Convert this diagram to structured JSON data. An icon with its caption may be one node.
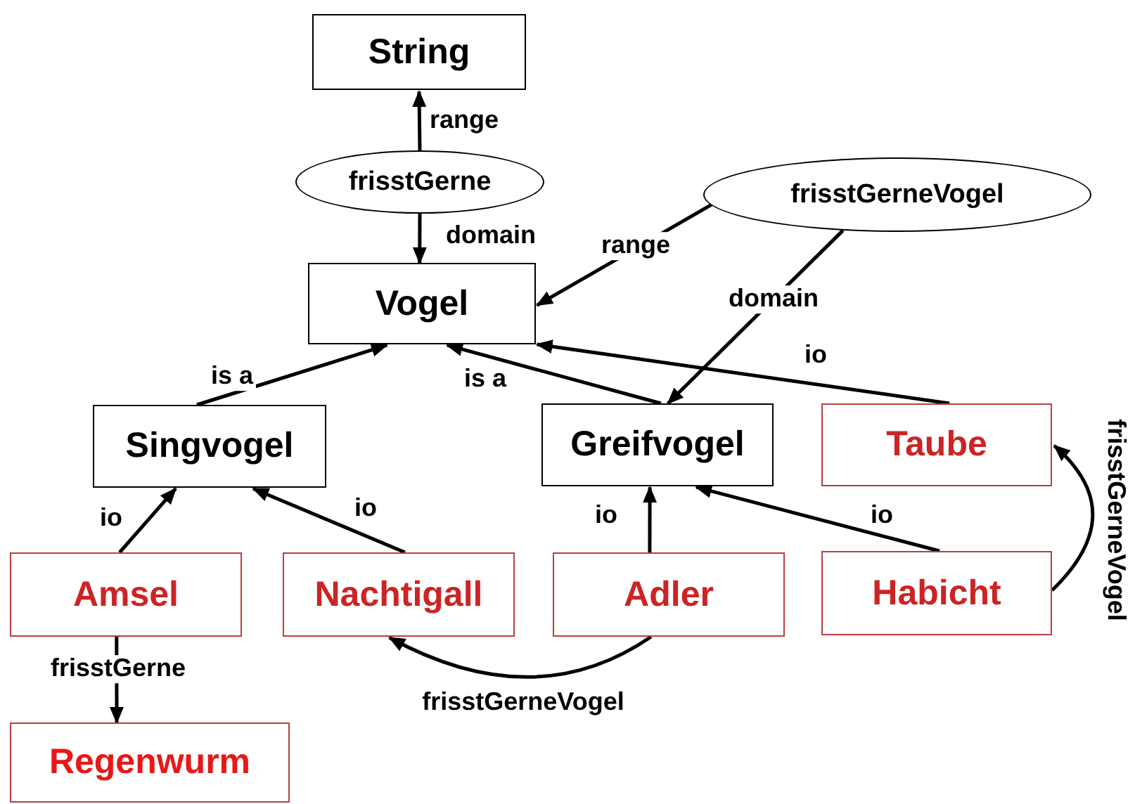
{
  "diagram": {
    "nodes": [
      {
        "text": [
          "String"
        ]
      },
      {
        "text": [
          "frisstGerne"
        ]
      },
      {
        "text": [
          "frisstGerneVogel"
        ]
      },
      {
        "text": [
          "Vogel"
        ]
      },
      {
        "text": [
          "Singvogel"
        ]
      },
      {
        "text": [
          "Greifvogel"
        ]
      },
      {
        "text": [
          "Taube"
        ]
      },
      {
        "text": [
          "Amsel"
        ]
      },
      {
        "text": [
          "Nachtigall"
        ]
      },
      {
        "text": [
          "Adler"
        ]
      },
      {
        "text": [
          "Habicht"
        ]
      },
      {
        "text": [
          "Regenwurm"
        ]
      }
    ],
    "edges": [
      {
        "from": 1,
        "to": 0,
        "arrow": "to",
        "label": "range"
      },
      {
        "from": 1,
        "to": 3,
        "arrow": "to",
        "label": "domain"
      },
      {
        "from": 2,
        "to": 3,
        "arrow": "to",
        "label": "range"
      },
      {
        "from": 2,
        "to": 5,
        "arrow": "to",
        "label": "domain"
      },
      {
        "from": 4,
        "to": 3,
        "arrow": "to",
        "label": "is a"
      },
      {
        "from": 5,
        "to": 3,
        "arrow": "to",
        "label": "is a"
      },
      {
        "from": 6,
        "to": 3,
        "arrow": "to",
        "label": "io"
      },
      {
        "from": 7,
        "to": 4,
        "arrow": "to",
        "label": "io"
      },
      {
        "from": 8,
        "to": 4,
        "arrow": "to",
        "label": "io"
      },
      {
        "from": 9,
        "to": 5,
        "arrow": "to",
        "label": "io"
      },
      {
        "from": 10,
        "to": 5,
        "arrow": "to",
        "label": "io"
      },
      {
        "from": 7,
        "to": 11,
        "arrow": "to",
        "label": "frisstGerne"
      },
      {
        "from": 9,
        "to": 8,
        "arrow": "to",
        "label": "frisstGerneVogel"
      },
      {
        "from": 10,
        "to": 6,
        "arrow": "to",
        "label": "frisstGerneVogel"
      }
    ]
  }
}
